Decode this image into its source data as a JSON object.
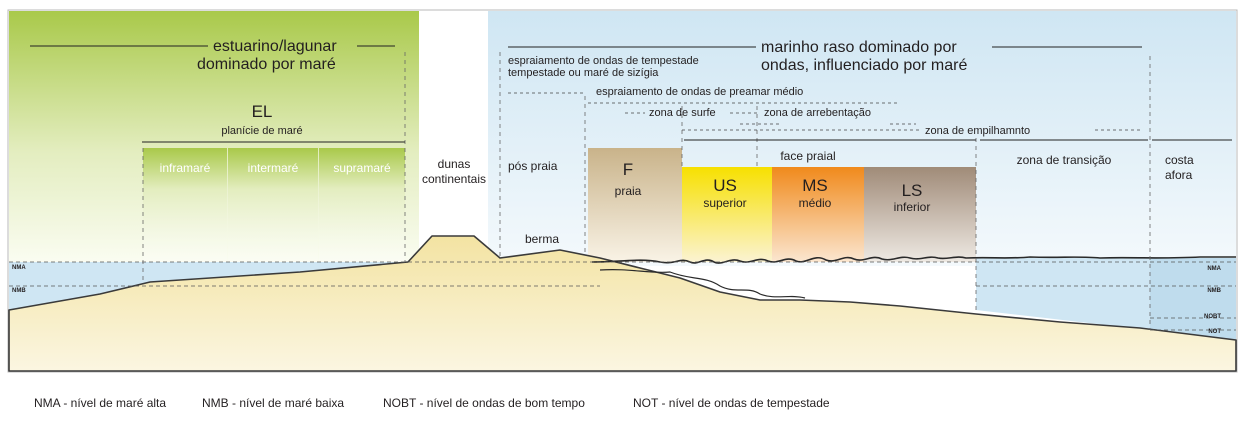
{
  "environments": {
    "estuarine": [
      "estuarino/lagunar",
      "dominado por maré"
    ],
    "marine": [
      "marinho raso dominado por",
      "ondas, influenciado por maré"
    ]
  },
  "tidal_flat": {
    "code": "EL",
    "name": "planície de maré",
    "zones": [
      "inframaré",
      "intermaré",
      "supramaré"
    ]
  },
  "dunes": [
    "dunas",
    "continentais"
  ],
  "processes": {
    "storm_swash": [
      "espraiamento de ondas de tempestade",
      "tempestade ou maré de sizígia"
    ],
    "mean_high_swash": "espraiamento de ondas de preamar médio",
    "surf_zone": "zona de surfe",
    "breaker_zone": "zona de arrebentação",
    "shoaling_zone": "zona de empilhamnto"
  },
  "beach": {
    "backshore": "pós praia",
    "berm": "berma",
    "foreshore_code": "F",
    "foreshore_name": "praia",
    "shoreface": "face praial",
    "upper_code": "US",
    "upper_name": "superior",
    "middle_code": "MS",
    "middle_name": "médio",
    "lower_code": "LS",
    "lower_name": "inferior",
    "transition": "zona de transição",
    "offshore": [
      "costa",
      "afora"
    ]
  },
  "levels": {
    "nma": "NMA",
    "nmb": "NMB",
    "nobt": "NOBT",
    "not": "NOT"
  },
  "legend": [
    "NMA - nível de maré alta",
    "NMB - nível de maré baixa",
    "NOBT - nível de ondas de bom tempo",
    "NOT - nível de ondas de tempestade"
  ],
  "colors": {
    "estuarine_green": "#a9c94a",
    "marine_blue": "#cfe6f3",
    "sediment": "#f3e3a2",
    "upper_shoreface": "#f7e000",
    "middle_shoreface": "#f08a1c",
    "lower_shoreface": "#a08b78",
    "foreshore": "#c9b38a"
  }
}
